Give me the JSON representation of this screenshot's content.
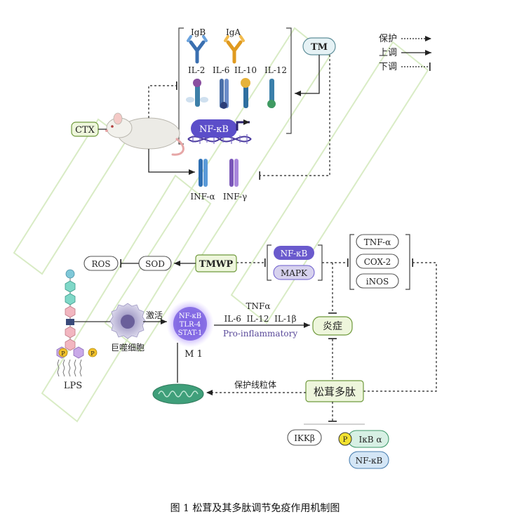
{
  "legend": {
    "protect": "保护",
    "up": "上调",
    "down": "下调"
  },
  "top": {
    "ctx": "CTX",
    "tm": "TM",
    "antibodies": [
      "IgB",
      "IgA"
    ],
    "cytokines": [
      "IL-2",
      "IL-6",
      "IL-10",
      "IL-12"
    ],
    "nfkb": "NF-κB",
    "interferons": [
      "INF-α",
      "INF-γ"
    ]
  },
  "bottom": {
    "tnf": "TNF-α",
    "cox": "COX-2",
    "inos": "iNOS",
    "nfkb": "NF-κB",
    "mapk": "MAPK",
    "tmwp": "TMWP",
    "sod": "SOD",
    "ros": "ROS",
    "activate": "激活",
    "macrophage": "巨噬细胞",
    "m1_lines": [
      "NF-κB",
      "TLR-4",
      "STAT-1"
    ],
    "m1_label": "M 1",
    "tnfa": "TNFα",
    "il_line": "IL-6  IL-12  IL-1β",
    "proinflam": "Pro-inflammatory",
    "inflammation": "炎症",
    "lps": "LPS",
    "p": "P",
    "protect_mito": "保护线粒体",
    "peptide": "松茸多肽",
    "ikkb": "IKKβ",
    "ikba": "IκB α",
    "nfkb2": "NF-κB"
  },
  "caption": "图 1  松茸及其多肽调节免疫作用机制图",
  "colors": {
    "green_box": "#eef6dc",
    "green_border": "#6f9a3c",
    "purple": "#6a5acd",
    "teal": "#2f8f6f"
  }
}
